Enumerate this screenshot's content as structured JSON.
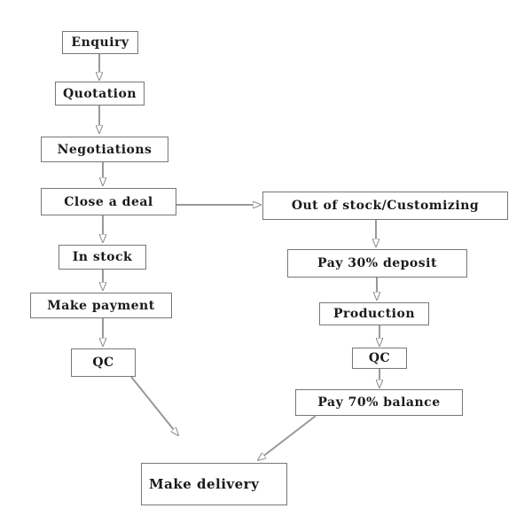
{
  "diagram": {
    "colors": {
      "box_border": "#777777",
      "connector": "#999999",
      "text": "#1a1a1a",
      "background": "#ffffff"
    },
    "nodes": {
      "enquiry": "Enquiry",
      "quotation": "Quotation",
      "negotiations": "Negotiations",
      "close_deal": "Close a deal",
      "out_of_stock": "Out of stock/Customizing",
      "in_stock": "In stock",
      "pay_deposit": "Pay 30% deposit",
      "make_payment": "Make payment",
      "production": "Production",
      "qc_left": "QC",
      "qc_right": "QC",
      "pay_balance": "Pay 70% balance",
      "make_delivery": "Make delivery"
    }
  }
}
